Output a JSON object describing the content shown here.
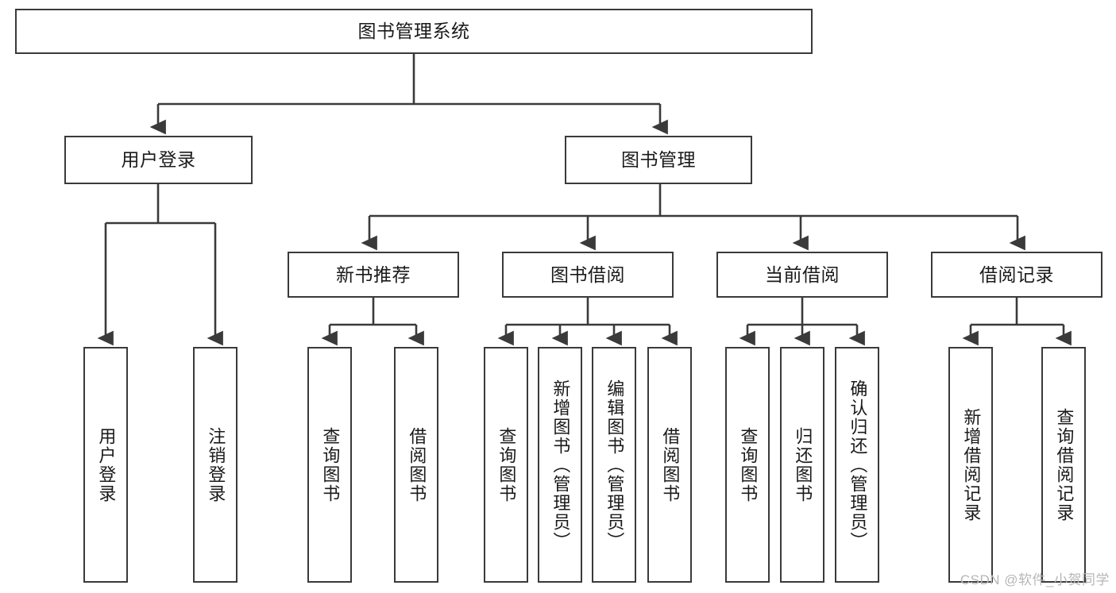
{
  "diagram": {
    "title": "图书管理系统",
    "type": "tree-hierarchy-chart",
    "watermark": "CSDN @软件_小贺同学",
    "colors": {
      "stroke": "#3a3a3a",
      "fill": "#ffffff",
      "text": "#1a1a1a",
      "watermark": "#b6b6b6"
    },
    "root": {
      "label": "图书管理系统"
    },
    "level2": [
      {
        "label": "用户登录"
      },
      {
        "label": "图书管理"
      }
    ],
    "level3": [
      {
        "label": "新书推荐"
      },
      {
        "label": "图书借阅"
      },
      {
        "label": "当前借阅"
      },
      {
        "label": "借阅记录"
      }
    ],
    "leaves": [
      {
        "label": "用户登录"
      },
      {
        "label": "注销登录"
      },
      {
        "label": "查询图书"
      },
      {
        "label": "借阅图书"
      },
      {
        "label": "查询图书"
      },
      {
        "label": "新增图书（管理员）"
      },
      {
        "label": "编辑图书（管理员）"
      },
      {
        "label": "借阅图书"
      },
      {
        "label": "查询图书"
      },
      {
        "label": "归还图书"
      },
      {
        "label": "确认归还（管理员）"
      },
      {
        "label": "新增借阅记录"
      },
      {
        "label": "查询借阅记录"
      }
    ]
  }
}
